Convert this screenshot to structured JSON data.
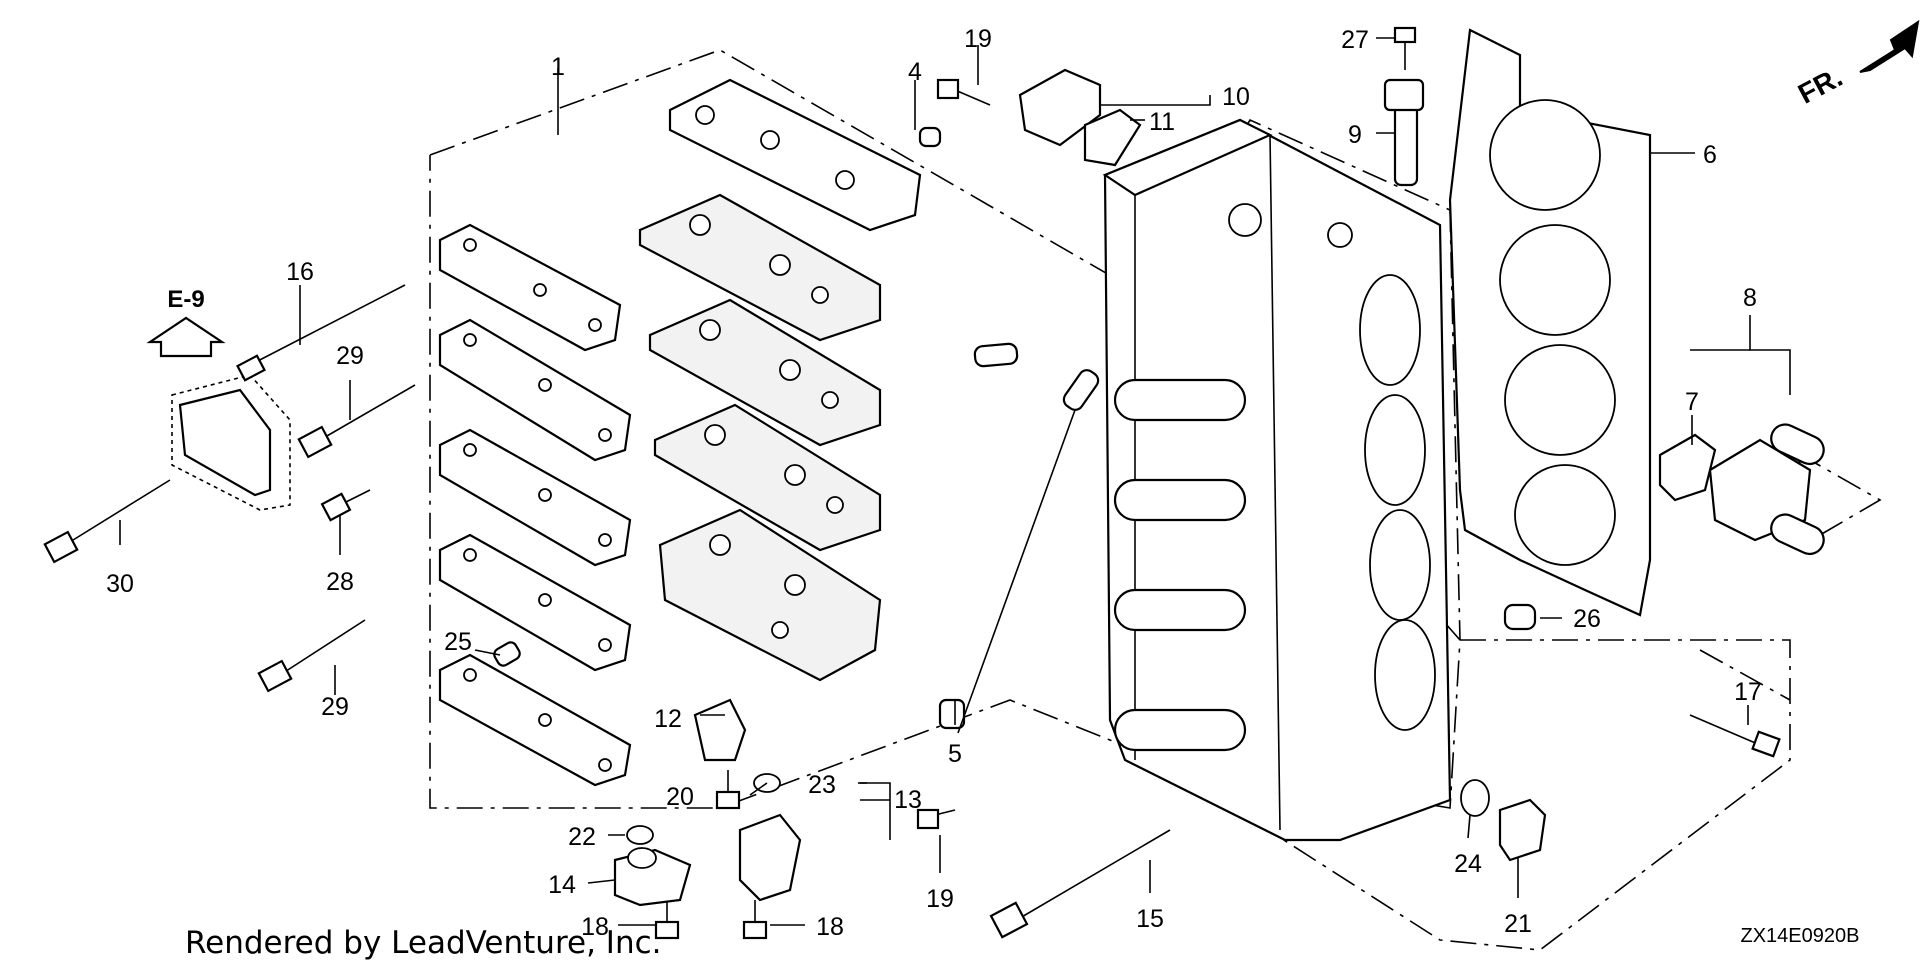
{
  "diagram": {
    "callouts": [
      "1",
      "4",
      "19",
      "10",
      "11",
      "27",
      "9",
      "6",
      "16",
      "29",
      "8",
      "7",
      "28",
      "30",
      "25",
      "29",
      "5",
      "12",
      "23",
      "13",
      "20",
      "22",
      "14",
      "18",
      "18",
      "19",
      "15",
      "24",
      "21",
      "26",
      "17"
    ],
    "reference_label": "E-9",
    "direction_label": "FR.",
    "credit": "Rendered by LeadVenture, Inc.",
    "diagram_code": "ZX14E0920B"
  }
}
